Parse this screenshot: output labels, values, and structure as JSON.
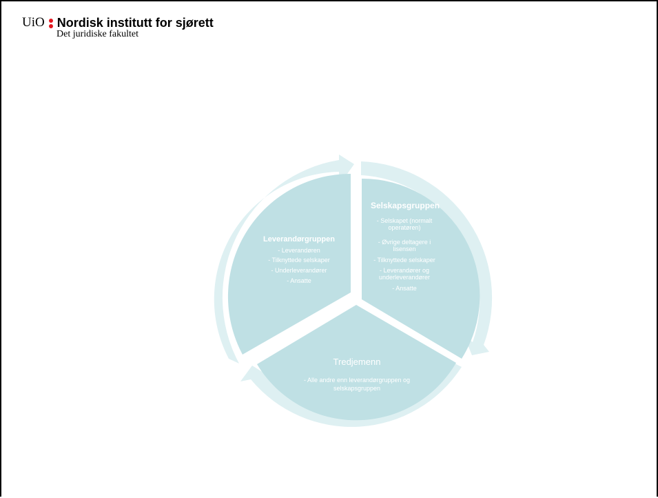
{
  "header": {
    "logo_text": "UiO",
    "institute": "Nordisk institutt for sjørett",
    "faculty": "Det juridiske fakultet"
  },
  "colors": {
    "segment": "#bfe0e4",
    "arrow": "#def0f2",
    "text": "#ffffff",
    "accent": "#e3171f"
  },
  "diagram": {
    "segments": [
      {
        "title": "Leverandørgruppen",
        "items": [
          "- Leverandøren",
          "- Tilknyttede selskaper",
          "- Underleverandører",
          "- Ansatte"
        ]
      },
      {
        "title": "Selskapsgruppen",
        "items": [
          "- Selskapet (normalt",
          "operatøren)",
          "- Øvrige deltagere i",
          "lisensen",
          "- Tilknyttede selskaper",
          "- Leverandører og",
          "underleverandører",
          "- Ansatte"
        ]
      },
      {
        "title": "Tredjemenn",
        "items": [
          "- Alle andre enn leverandørgruppen og",
          "selskapsgruppen"
        ]
      }
    ]
  }
}
